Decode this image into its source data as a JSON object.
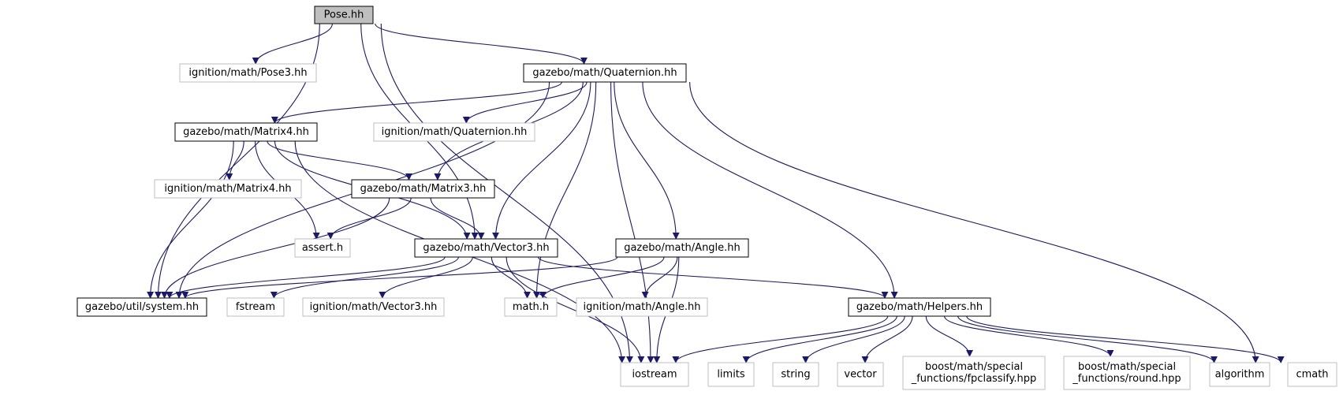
{
  "colors": {
    "edge": "#191970",
    "documented_border": "#000000",
    "external_border": "#bfbfbf",
    "root_fill": "#bfbfbf",
    "node_fill": "#ffffff"
  },
  "nodes": [
    {
      "id": "pose",
      "label": "Pose.hh",
      "kind": "root"
    },
    {
      "id": "ign_pose3",
      "label": "ignition/math/Pose3.hh",
      "kind": "external"
    },
    {
      "id": "quaternion",
      "label": "gazebo/math/Quaternion.hh",
      "kind": "documented"
    },
    {
      "id": "matrix4",
      "label": "gazebo/math/Matrix4.hh",
      "kind": "documented"
    },
    {
      "id": "ign_quaternion",
      "label": "ignition/math/Quaternion.hh",
      "kind": "external"
    },
    {
      "id": "ign_matrix4",
      "label": "ignition/math/Matrix4.hh",
      "kind": "external"
    },
    {
      "id": "matrix3",
      "label": "gazebo/math/Matrix3.hh",
      "kind": "documented"
    },
    {
      "id": "assert",
      "label": "assert.h",
      "kind": "external"
    },
    {
      "id": "vector3",
      "label": "gazebo/math/Vector3.hh",
      "kind": "documented"
    },
    {
      "id": "angle",
      "label": "gazebo/math/Angle.hh",
      "kind": "documented"
    },
    {
      "id": "system",
      "label": "gazebo/util/system.hh",
      "kind": "documented"
    },
    {
      "id": "fstream",
      "label": "fstream",
      "kind": "external"
    },
    {
      "id": "ign_vector3",
      "label": "ignition/math/Vector3.hh",
      "kind": "external"
    },
    {
      "id": "math_h",
      "label": "math.h",
      "kind": "external"
    },
    {
      "id": "ign_angle",
      "label": "ignition/math/Angle.hh",
      "kind": "external"
    },
    {
      "id": "helpers",
      "label": "gazebo/math/Helpers.hh",
      "kind": "documented"
    },
    {
      "id": "iostream",
      "label": "iostream",
      "kind": "external"
    },
    {
      "id": "limits",
      "label": "limits",
      "kind": "external"
    },
    {
      "id": "string",
      "label": "string",
      "kind": "external"
    },
    {
      "id": "vector",
      "label": "vector",
      "kind": "external"
    },
    {
      "id": "fpclassify",
      "label": "boost/math/special\n_functions/fpclassify.hpp",
      "kind": "external"
    },
    {
      "id": "round",
      "label": "boost/math/special\n_functions/round.hpp",
      "kind": "external"
    },
    {
      "id": "algorithm",
      "label": "algorithm",
      "kind": "external"
    },
    {
      "id": "cmath",
      "label": "cmath",
      "kind": "external"
    }
  ],
  "edges": [
    [
      "pose",
      "ign_pose3"
    ],
    [
      "pose",
      "quaternion"
    ],
    [
      "pose",
      "system"
    ],
    [
      "pose",
      "vector3"
    ],
    [
      "pose",
      "iostream"
    ],
    [
      "quaternion",
      "matrix4"
    ],
    [
      "quaternion",
      "ign_quaternion"
    ],
    [
      "quaternion",
      "matrix3"
    ],
    [
      "quaternion",
      "vector3"
    ],
    [
      "quaternion",
      "angle"
    ],
    [
      "quaternion",
      "helpers"
    ],
    [
      "quaternion",
      "system"
    ],
    [
      "quaternion",
      "math_h"
    ],
    [
      "quaternion",
      "iostream"
    ],
    [
      "quaternion",
      "cmath"
    ],
    [
      "matrix4",
      "ign_matrix4"
    ],
    [
      "matrix4",
      "matrix3"
    ],
    [
      "matrix4",
      "vector3"
    ],
    [
      "matrix4",
      "assert"
    ],
    [
      "matrix4",
      "system"
    ],
    [
      "matrix4",
      "iostream"
    ],
    [
      "matrix3",
      "assert"
    ],
    [
      "matrix3",
      "vector3"
    ],
    [
      "matrix3",
      "system"
    ],
    [
      "vector3",
      "system"
    ],
    [
      "vector3",
      "fstream"
    ],
    [
      "vector3",
      "ign_vector3"
    ],
    [
      "vector3",
      "math_h"
    ],
    [
      "vector3",
      "helpers"
    ],
    [
      "vector3",
      "iostream"
    ],
    [
      "angle",
      "system"
    ],
    [
      "angle",
      "math_h"
    ],
    [
      "angle",
      "ign_angle"
    ],
    [
      "angle",
      "iostream"
    ],
    [
      "helpers",
      "iostream"
    ],
    [
      "helpers",
      "limits"
    ],
    [
      "helpers",
      "string"
    ],
    [
      "helpers",
      "vector"
    ],
    [
      "helpers",
      "fpclassify"
    ],
    [
      "helpers",
      "round"
    ],
    [
      "helpers",
      "algorithm"
    ],
    [
      "helpers",
      "cmath"
    ]
  ]
}
